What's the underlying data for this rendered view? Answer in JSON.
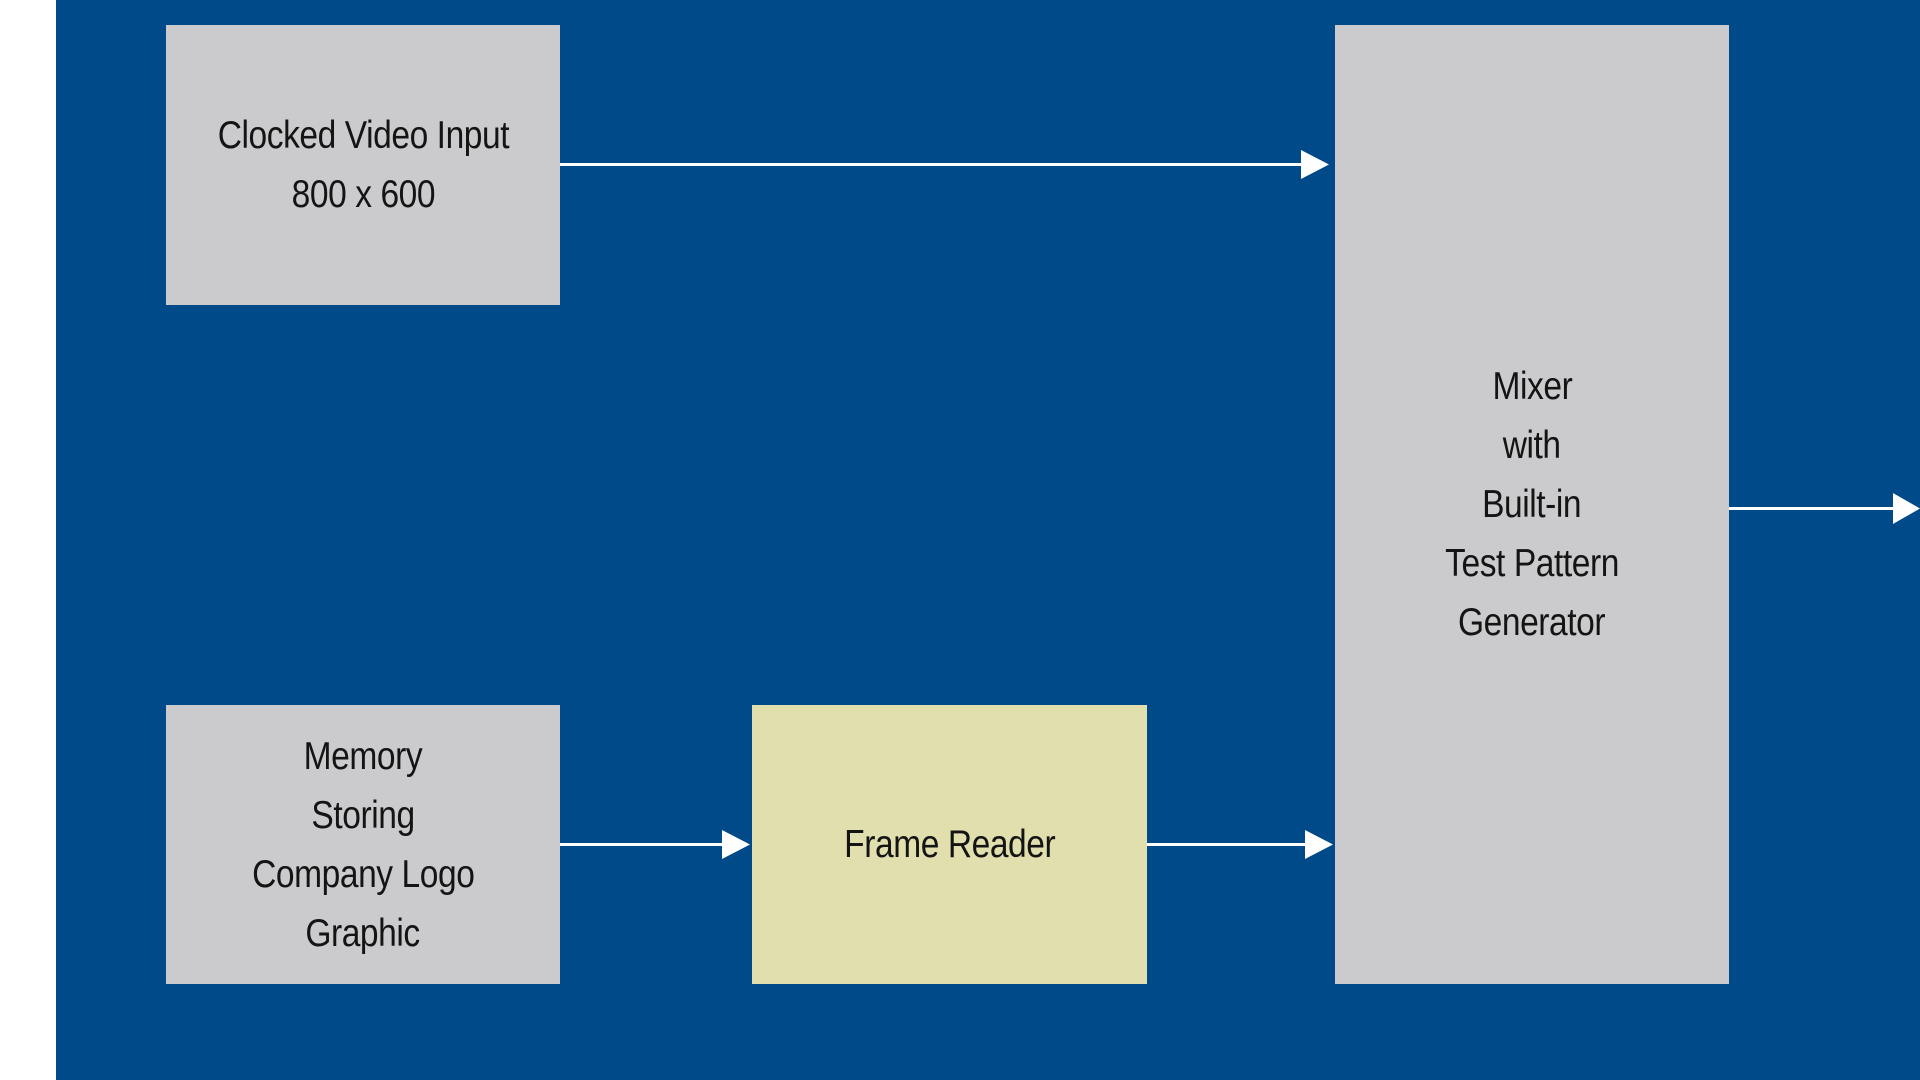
{
  "diagram": {
    "blocks": {
      "clocked_video_input": {
        "lines": [
          "Clocked Video Input",
          "800 x 600"
        ]
      },
      "memory": {
        "lines": [
          "Memory",
          "Storing",
          "Company Logo",
          "Graphic"
        ]
      },
      "frame_reader": {
        "lines": [
          "Frame Reader"
        ]
      },
      "mixer": {
        "lines": [
          "Mixer",
          "with",
          "Built-in",
          "Test Pattern",
          "Generator"
        ]
      }
    },
    "connections": [
      {
        "from": "clocked_video_input",
        "to": "mixer"
      },
      {
        "from": "memory",
        "to": "frame_reader"
      },
      {
        "from": "frame_reader",
        "to": "mixer"
      },
      {
        "from": "mixer",
        "to": "output"
      }
    ],
    "colors": {
      "background": "#004a8a",
      "block": "#cbcbcd",
      "highlight_block": "#e1dfad",
      "arrow": "#ffffff",
      "text": "#141414"
    }
  }
}
